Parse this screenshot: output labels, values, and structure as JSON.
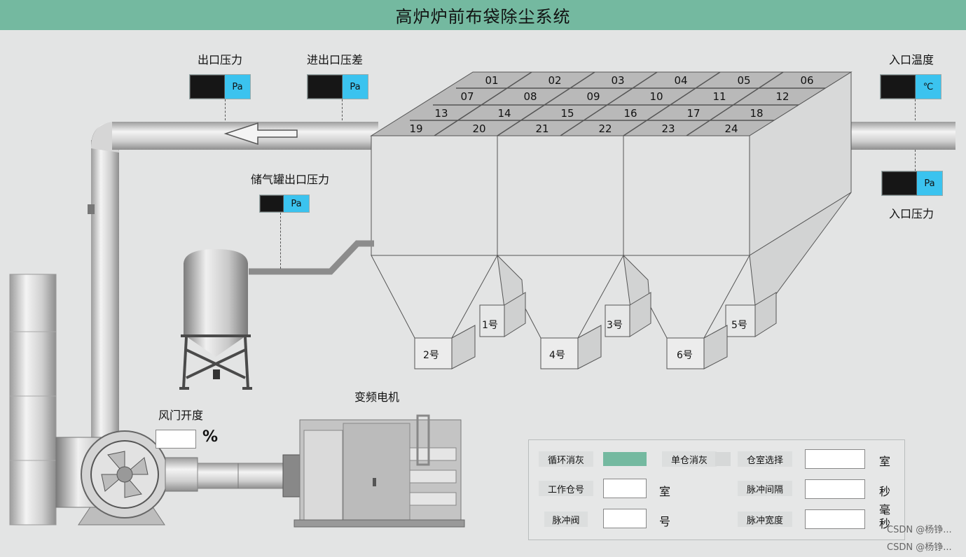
{
  "title": "高炉炉前布袋除尘系统",
  "gauges": {
    "outlet_pressure": {
      "label": "出口压力",
      "unit": "Pa"
    },
    "diff_pressure": {
      "label": "进出口压差",
      "unit": "Pa"
    },
    "inlet_temp": {
      "label": "入口温度",
      "unit": "℃"
    },
    "inlet_pressure": {
      "label": "入口压力",
      "unit": "Pa"
    },
    "tank_pressure": {
      "label": "储气罐出口压力",
      "unit": "Pa"
    }
  },
  "damper": {
    "label": "风门开度",
    "unit": "%"
  },
  "motor": {
    "label": "变频电机"
  },
  "chambers": [
    "01",
    "02",
    "03",
    "04",
    "05",
    "06",
    "07",
    "08",
    "09",
    "10",
    "11",
    "12",
    "13",
    "14",
    "15",
    "16",
    "17",
    "18",
    "19",
    "20",
    "21",
    "22",
    "23",
    "24"
  ],
  "hoppers": [
    "1号",
    "2号",
    "3号",
    "4号",
    "5号",
    "6号"
  ],
  "panel": {
    "cycle_label": "循环消灰",
    "cycle_color": "#74b9a0",
    "single_label": "单仓消灰",
    "select_label": "仓室选择",
    "select_unit": "室",
    "work_label": "工作仓号",
    "work_unit": "室",
    "interval_label": "脉冲间隔",
    "interval_unit": "秒",
    "valve_label": "脉冲阀",
    "valve_unit": "号",
    "width_label": "脉冲宽度",
    "width_unit": "毫秒"
  },
  "watermark": {
    "line1": "CSDN @杨铮...",
    "line2": "CSDN @杨铮..."
  }
}
